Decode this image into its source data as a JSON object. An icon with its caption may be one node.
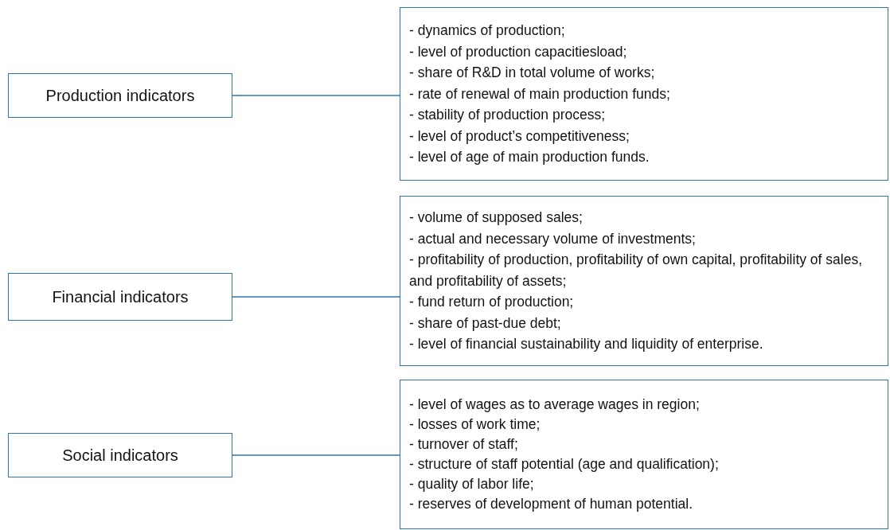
{
  "diagram": {
    "nodes": [
      {
        "text": [
          "Production indicators"
        ]
      },
      {
        "text": [
          "- dynamics of production;",
          "- level of production capacitiesload;",
          "- share of R&D in total volume of works;",
          "- rate of renewal of main production funds;",
          "- stability of production process;",
          "- level of product’s competitiveness;",
          "- level of age of main production funds."
        ]
      },
      {
        "text": [
          "Financial indicators"
        ]
      },
      {
        "text": [
          "- volume of supposed sales;",
          "- actual and necessary volume of investments;",
          "- profitability of production, profitability of own capital, profitability of sales, and profitability of assets;",
          "- fund return of production;",
          "- share of past-due debt;",
          "- level of financial sustainability and liquidity of enterprise."
        ]
      },
      {
        "text": [
          "Social indicators"
        ]
      },
      {
        "text": [
          "- level of wages as to average wages in region;",
          "- losses of work time;",
          "- turnover of staff;",
          "- structure of staff potential (age and qualification);",
          "- quality of labor life;",
          "- reserves of development of human potential."
        ]
      }
    ],
    "edges": [
      {
        "from": 0,
        "to": 1,
        "arrow": "none"
      },
      {
        "from": 2,
        "to": 3,
        "arrow": "none"
      },
      {
        "from": 4,
        "to": 5,
        "arrow": "none"
      }
    ]
  }
}
